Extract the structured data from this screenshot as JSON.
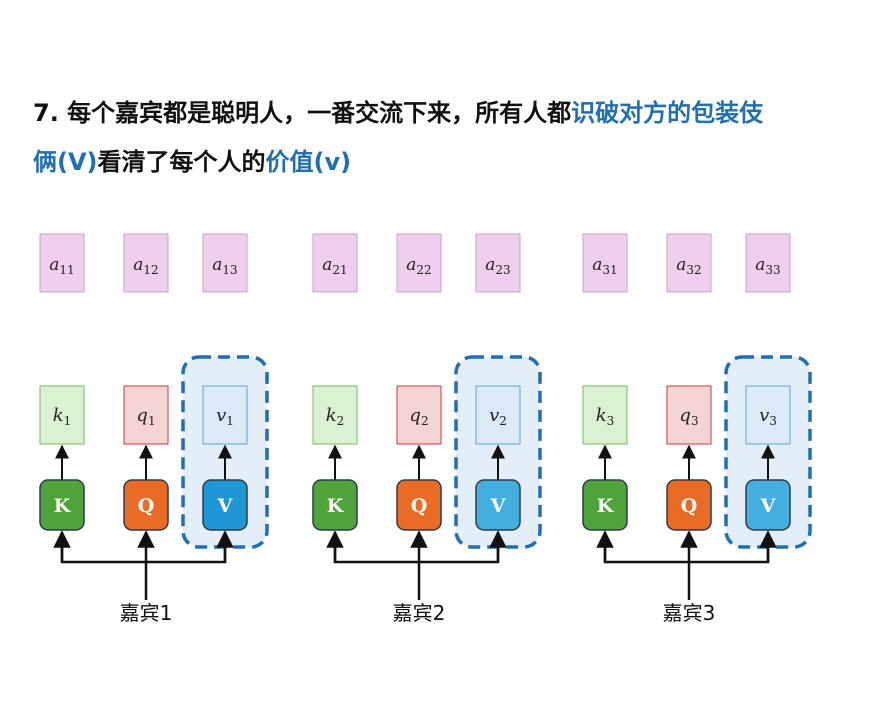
{
  "title": {
    "line1_prefix": "7. 每个嘉宾都是聪明人，一番交流下来，所有人都",
    "line1_highlight": "识破对方的包装伎",
    "line2_highlight1": "俩(V)",
    "line2_middle": "看清了每个人的",
    "line2_highlight2": "价值(v)"
  },
  "colors": {
    "highlight": "#1f6fb2",
    "a_fill": "#f0cfee",
    "a_stroke": "#c9a0c9",
    "k_fill": "#dbf1d3",
    "k_stroke": "#6fbf5a",
    "q_fill": "#f4d4d4",
    "q_stroke": "#cc3a3a",
    "v_fill": "#dce9f7",
    "v_stroke": "#5aa7d6",
    "K_btn": "#4ea33a",
    "Q_btn": "#ea6b26",
    "V_btn": "#1f97d4",
    "dashed_box": "#1f6fb2",
    "dashed_fill": "#e4eef8"
  },
  "groups": [
    {
      "guest_label": "嘉宾1",
      "a": [
        {
          "base": "a",
          "sub": "11"
        },
        {
          "base": "a",
          "sub": "12"
        },
        {
          "base": "a",
          "sub": "13"
        }
      ],
      "k": {
        "base": "k",
        "sub": "1"
      },
      "q": {
        "base": "q",
        "sub": "1"
      },
      "v": {
        "base": "v",
        "sub": "1"
      },
      "buttons": [
        "K",
        "Q",
        "V"
      ]
    },
    {
      "guest_label": "嘉宾2",
      "a": [
        {
          "base": "a",
          "sub": "21"
        },
        {
          "base": "a",
          "sub": "22"
        },
        {
          "base": "a",
          "sub": "23"
        }
      ],
      "k": {
        "base": "k",
        "sub": "2"
      },
      "q": {
        "base": "q",
        "sub": "2"
      },
      "v": {
        "base": "v",
        "sub": "2"
      },
      "buttons": [
        "K",
        "Q",
        "V"
      ]
    },
    {
      "guest_label": "嘉宾3",
      "a": [
        {
          "base": "a",
          "sub": "31"
        },
        {
          "base": "a",
          "sub": "32"
        },
        {
          "base": "a",
          "sub": "33"
        }
      ],
      "k": {
        "base": "k",
        "sub": "3"
      },
      "q": {
        "base": "q",
        "sub": "3"
      },
      "v": {
        "base": "v",
        "sub": "3"
      },
      "buttons": [
        "K",
        "Q",
        "V"
      ]
    }
  ]
}
